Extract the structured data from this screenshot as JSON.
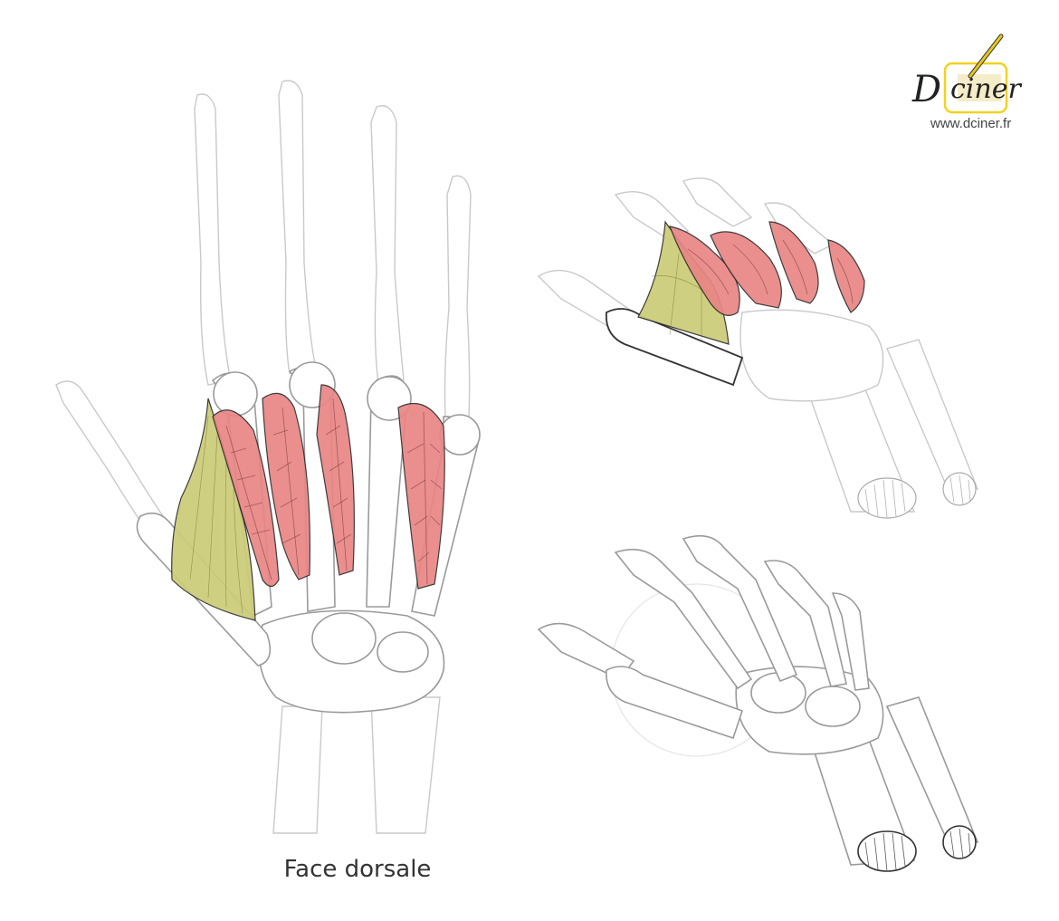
{
  "logo": {
    "brand_text": "Dciner",
    "url_text": "www.dciner.fr",
    "accent_color": "#f2d21f",
    "pencil_color": "#e8c81a"
  },
  "figures": [
    {
      "id": "dorsal",
      "caption": "Face dorsale",
      "view": "dorsal view of hand with interossei muscles"
    },
    {
      "id": "oblique-muscles",
      "caption": "",
      "view": "oblique view with simplified muscle shapes"
    },
    {
      "id": "oblique-skeleton",
      "caption": "",
      "view": "oblique view skeleton only"
    }
  ],
  "colors": {
    "interossei": "#e98585",
    "adductor": "#cccc77",
    "outline": "#2c2c2c",
    "bone_faint": "#c9c9c9"
  }
}
